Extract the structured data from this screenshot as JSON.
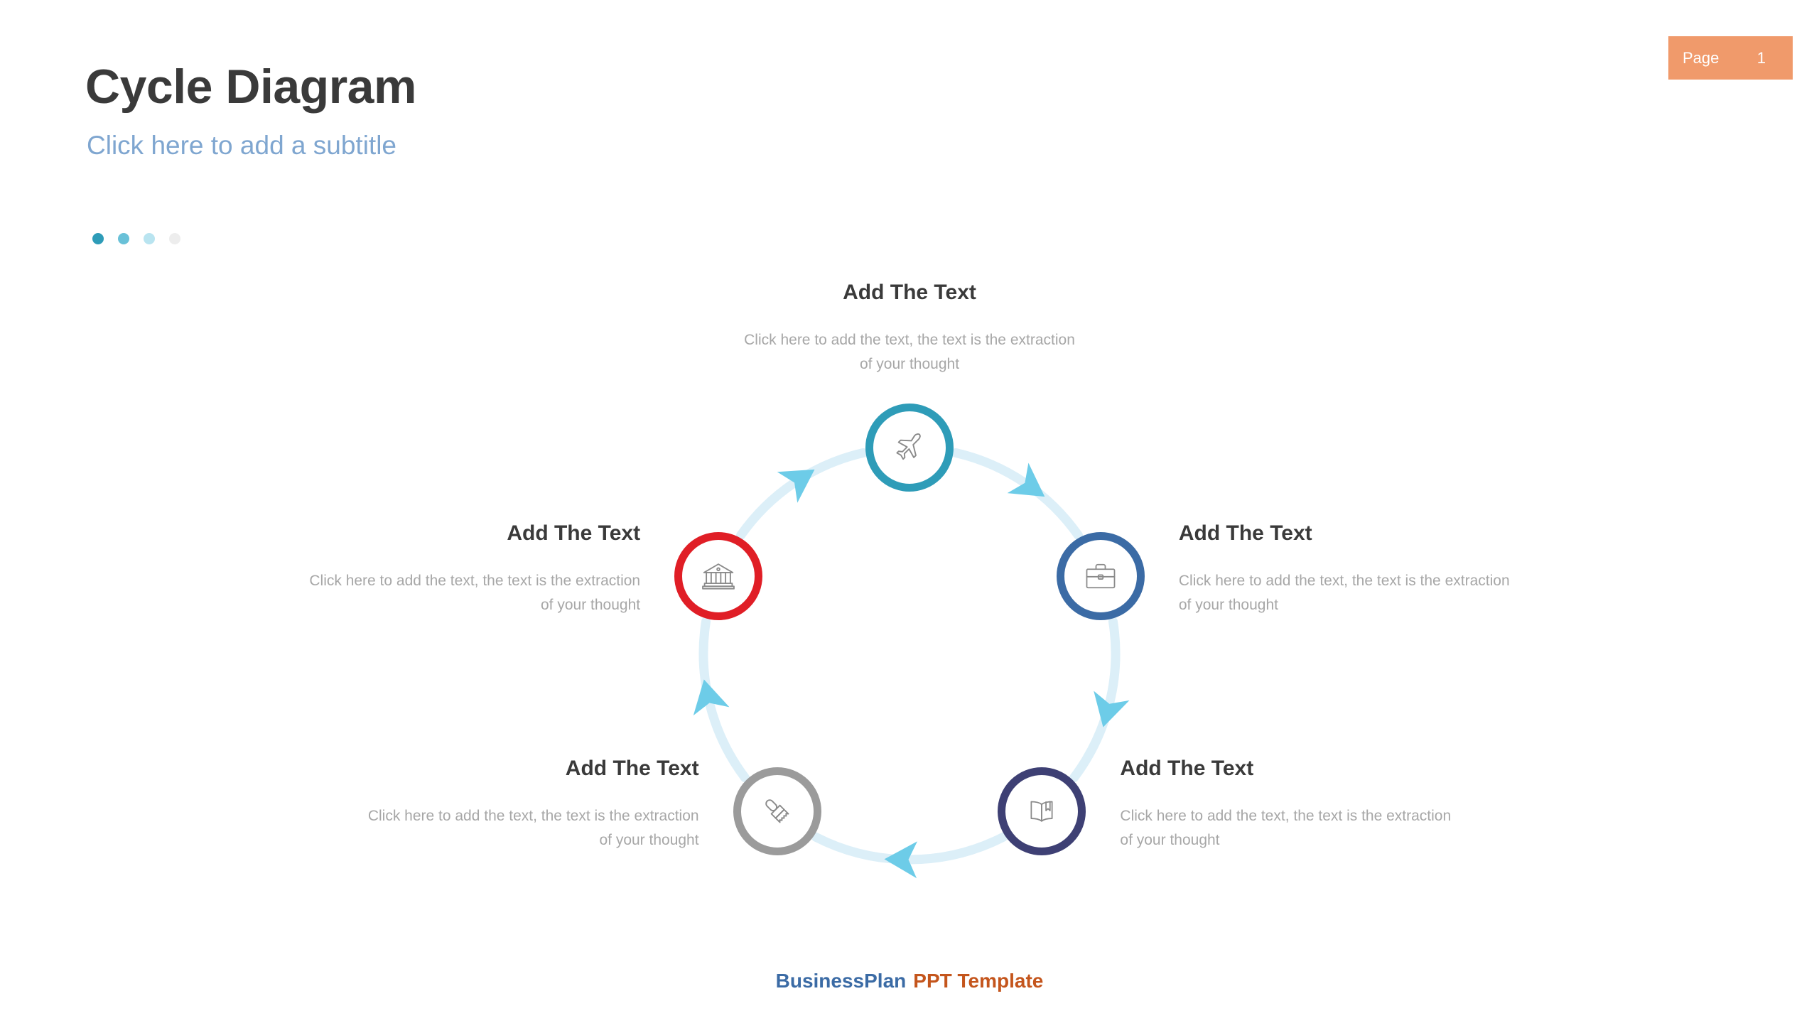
{
  "header": {
    "title": "Cycle Diagram",
    "subtitle": "Click here to add a subtitle",
    "title_color": "#3a3a3a",
    "subtitle_color": "#7FA6D0"
  },
  "page_badge": {
    "label": "Page",
    "number": "1",
    "background_color": "#F09A6B",
    "text_color": "#FFFFFF"
  },
  "progress_dots": [
    {
      "name": "dot-1",
      "color": "#2E9CB8"
    },
    {
      "name": "dot-2",
      "color": "#69C1D8"
    },
    {
      "name": "dot-3",
      "color": "#B9E4F0"
    },
    {
      "name": "dot-4",
      "color": "#EDEDED"
    }
  ],
  "diagram": {
    "type": "cycle",
    "direction": "clockwise",
    "track_color": "#DCEFF8",
    "arrow_color": "#6DCCE8",
    "icon_stroke_color": "#8A8A8A",
    "nodes": [
      {
        "position": "top",
        "icon": "airplane-icon",
        "ring_color": "#2E9CB8",
        "heading": "Add The Text",
        "body": "Click here to add the text, the text is the extraction of your thought",
        "text_align": "center"
      },
      {
        "position": "right",
        "icon": "briefcase-icon",
        "ring_color": "#3B6BA5",
        "heading": "Add The Text",
        "body": "Click here to add the text, the text is the extraction of your thought",
        "text_align": "left"
      },
      {
        "position": "bottom-right",
        "icon": "open-book-icon",
        "ring_color": "#3E4074",
        "heading": "Add The Text",
        "body": "Click here to add the text, the text is the extraction of your thought",
        "text_align": "left"
      },
      {
        "position": "bottom-left",
        "icon": "paintbrush-icon",
        "ring_color": "#9B9B9B",
        "heading": "Add The Text",
        "body": "Click here to add the text, the text is the extraction of your thought",
        "text_align": "right"
      },
      {
        "position": "left",
        "icon": "bank-icon",
        "ring_color": "#E01E26",
        "heading": "Add The Text",
        "body": "Click here to add the text, the text is the extraction of your thought",
        "text_align": "right"
      }
    ]
  },
  "footer": {
    "brand_primary": "BusinessPlan",
    "brand_secondary": "PPT Template",
    "primary_color": "#3B6BA5",
    "secondary_color": "#C4551C"
  }
}
